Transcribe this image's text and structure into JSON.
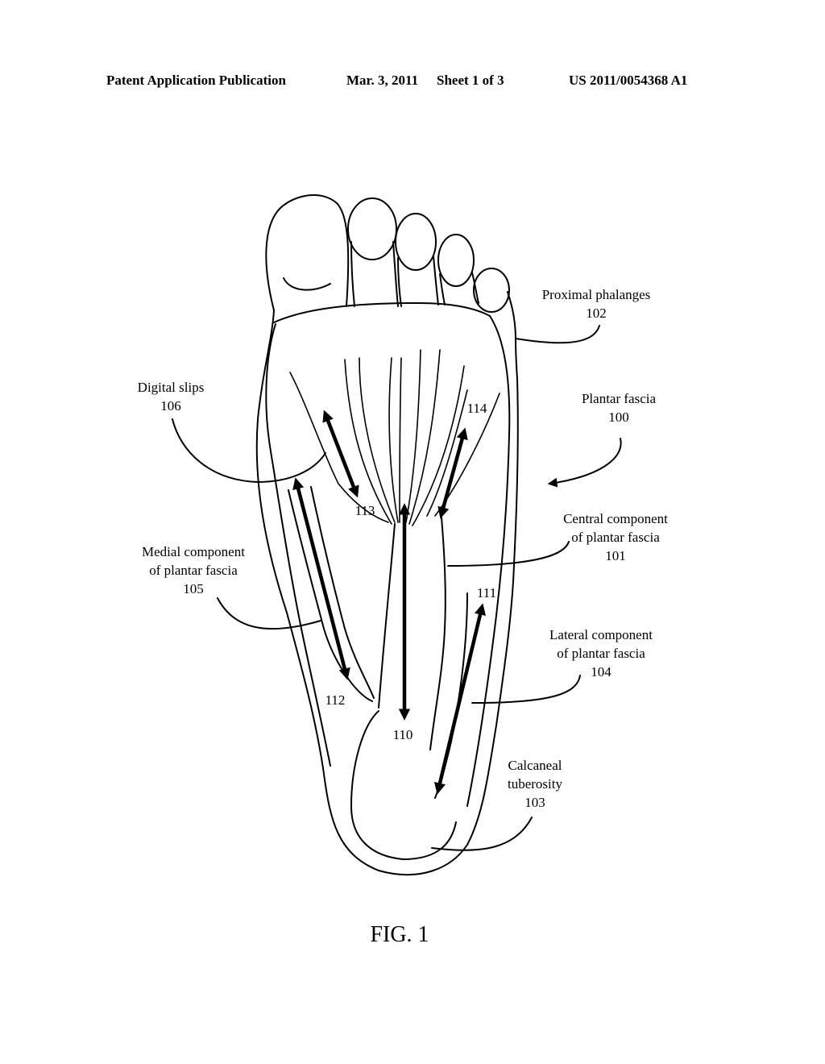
{
  "header": {
    "publication": "Patent Application Publication",
    "date": "Mar. 3, 2011",
    "sheet": "Sheet 1 of 3",
    "number": "US 2011/0054368 A1"
  },
  "labels": {
    "proximal_phalanges": {
      "name": "Proximal phalanges",
      "ref": "102"
    },
    "digital_slips": {
      "name": "Digital slips",
      "ref": "106"
    },
    "plantar_fascia": {
      "name": "Plantar fascia",
      "ref": "100"
    },
    "central_component": {
      "line1": "Central component",
      "line2": "of plantar fascia",
      "ref": "101"
    },
    "medial_component": {
      "line1": "Medial component",
      "line2": "of plantar fascia",
      "ref": "105"
    },
    "lateral_component": {
      "line1": "Lateral component",
      "line2": "of plantar fascia",
      "ref": "104"
    },
    "calcaneal_tuberosity": {
      "line1": "Calcaneal",
      "line2": "tuberosity",
      "ref": "103"
    }
  },
  "arrows": {
    "a110": "110",
    "a111": "111",
    "a112": "112",
    "a113": "113",
    "a114": "114"
  },
  "caption": "FIG. 1"
}
